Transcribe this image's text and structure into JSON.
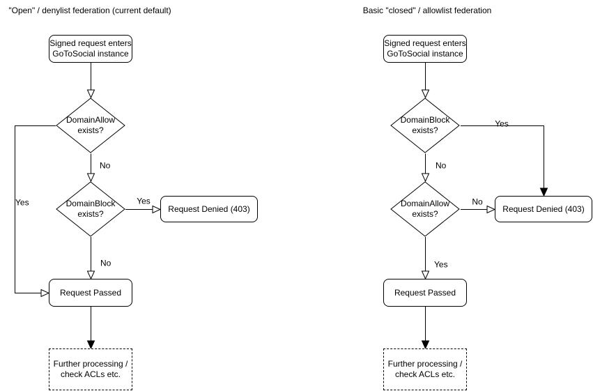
{
  "colors": {
    "line": "#000000",
    "text": "#000000",
    "background": "#ffffff",
    "node_fill": "#ffffff"
  },
  "charts": [
    {
      "id": "open-denylist",
      "title": "\"Open\" / denylist federation (current default)",
      "nodes": {
        "entry": "Signed request enters\nGoToSocial instance",
        "decision1": "DomainAllow\nexists?",
        "decision2": "DomainBlock\nexists?",
        "denied": "Request Denied (403)",
        "passed": "Request Passed",
        "further": "Further processing /\ncheck ACLs etc."
      },
      "edge_labels": {
        "decision1_no": "No",
        "decision1_yes": "Yes",
        "decision2_yes": "Yes",
        "decision2_no": "No"
      }
    },
    {
      "id": "closed-allowlist",
      "title": "Basic \"closed\" / allowlist federation",
      "nodes": {
        "entry": "Signed request enters\nGoToSocial instance",
        "decision1": "DomainBlock\nexists?",
        "decision2": "DomainAllow\nexists?",
        "denied": "Request Denied (403)",
        "passed": "Request Passed",
        "further": "Further processing /\ncheck ACLs etc."
      },
      "edge_labels": {
        "decision1_yes": "Yes",
        "decision1_no": "No",
        "decision2_no": "No",
        "decision2_yes": "Yes"
      }
    }
  ]
}
